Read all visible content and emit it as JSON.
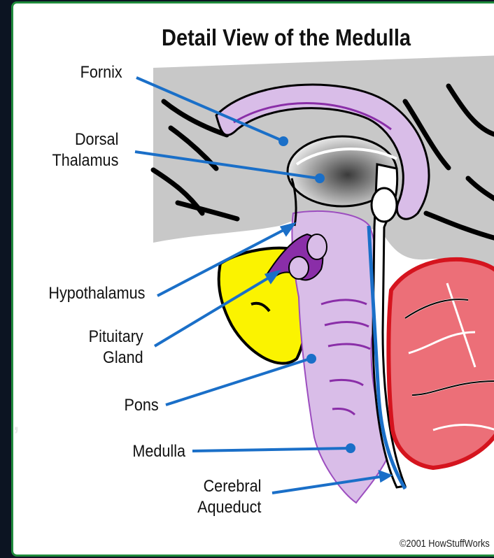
{
  "title": "Detail View of the Medulla",
  "labels": {
    "fornix": "Fornix",
    "dorsal_thalamus": [
      "Dorsal",
      "Thalamus"
    ],
    "hypothalamus": "Hypothalamus",
    "pituitary_gland": [
      "Pituitary",
      "Gland"
    ],
    "pons": "Pons",
    "medulla": "Medulla",
    "cerebral_aqueduct": [
      "Cerebral",
      "Aqueduct"
    ]
  },
  "credit": "©2001 HowStuffWorks",
  "colors": {
    "frame_border": "#1f8a3c",
    "pointer_line": "#1a6fc8",
    "brainstem": "#d9bde8",
    "dark_purple": "#8a2ea8",
    "cerebellum": "#ec6f78",
    "cerebellum_edge": "#d5141e",
    "yellow_lobe": "#fbf300",
    "cortex_gray": "#c8c8c8"
  }
}
